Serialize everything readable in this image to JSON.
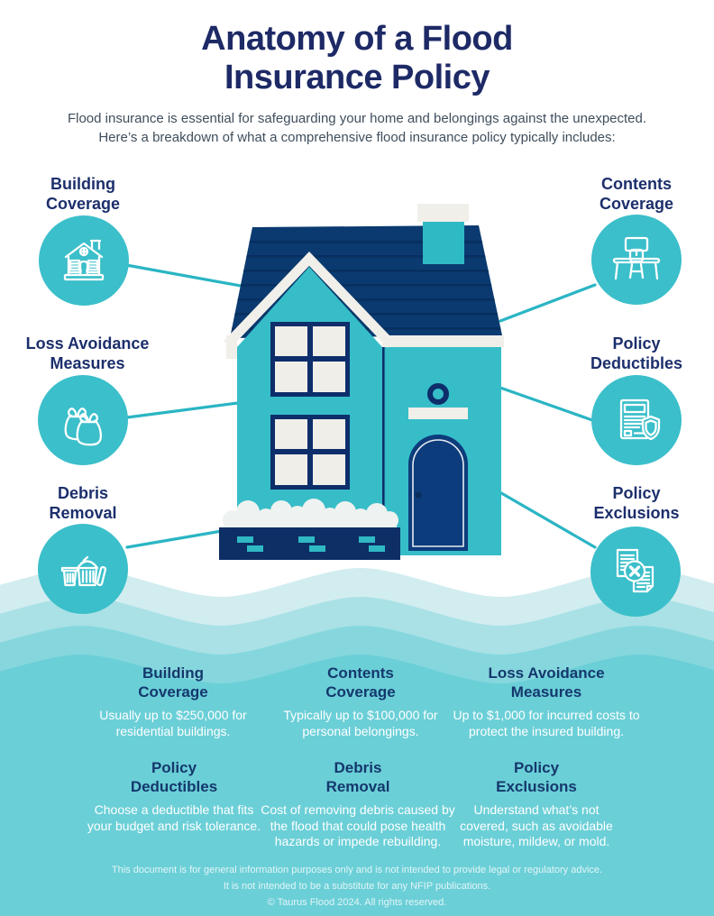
{
  "title": {
    "line1": "Anatomy of a Flood",
    "line2": "Insurance Policy"
  },
  "intro": {
    "line1": "Flood insurance is essential for safeguarding your home and belongings against the unexpected.",
    "line2": "Here’s a breakdown of what a comprehensive flood insurance policy typically includes:"
  },
  "callouts": [
    {
      "id": "building-coverage",
      "line1": "Building",
      "line2": "Coverage",
      "icon": "house-icon"
    },
    {
      "id": "contents-coverage",
      "line1": "Contents",
      "line2": "Coverage",
      "icon": "desk-icon"
    },
    {
      "id": "loss-avoidance-measures",
      "line1": "Loss Avoidance",
      "line2": "Measures",
      "icon": "sandbags-icon"
    },
    {
      "id": "policy-deductibles",
      "line1": "Policy",
      "line2": "Deductibles",
      "icon": "document-shield-icon"
    },
    {
      "id": "debris-removal",
      "line1": "Debris",
      "line2": "Removal",
      "icon": "trash-cans-icon"
    },
    {
      "id": "policy-exclusions",
      "line1": "Policy",
      "line2": "Exclusions",
      "icon": "documents-x-icon"
    }
  ],
  "details": [
    {
      "h1": "Building",
      "h2": "Coverage",
      "body": "Usually up to $250,000 for residential buildings."
    },
    {
      "h1": "Contents",
      "h2": "Coverage",
      "body": "Typically up to $100,000 for personal belongings."
    },
    {
      "h1": "Loss Avoidance",
      "h2": "Measures",
      "body": "Up to $1,000 for incurred costs to protect the insured building."
    },
    {
      "h1": "Policy",
      "h2": "Deductibles",
      "body": "Choose a deductible that fits your budget and risk tolerance."
    },
    {
      "h1": "Debris",
      "h2": "Removal",
      "body": "Cost of removing debris caused by the flood that could pose health hazards or impede rebuilding."
    },
    {
      "h1": "Policy",
      "h2": "Exclusions",
      "body": "Understand what’s not covered, such as avoidable moisture, mildew, or mold."
    }
  ],
  "footer": {
    "line1": "This document is for general information purposes only and is not intended to provide legal or regulatory advice.",
    "line2": "It is not intended to be a substitute for any NFIP publications.",
    "line3": "© Taurus Flood 2024. All rights reserved."
  },
  "colors": {
    "navy_title": "#1d2a66",
    "navy_label": "#1c2f6c",
    "navy_heading": "#14386d",
    "intro_text": "#3f4e5c",
    "circle_teal": "#3bbfca",
    "house_teal": "#36bdc8",
    "roof_navy": "#0a3a70",
    "door_navy": "#0d3c7c",
    "connector_teal": "#2ab5c4",
    "wave_light": "#d2edf0",
    "wave_mid": "#a9e1e6",
    "wave_deep": "#85d7dd",
    "wave_base": "#6bcfd7",
    "trim_offwhite": "#f1efe9"
  }
}
